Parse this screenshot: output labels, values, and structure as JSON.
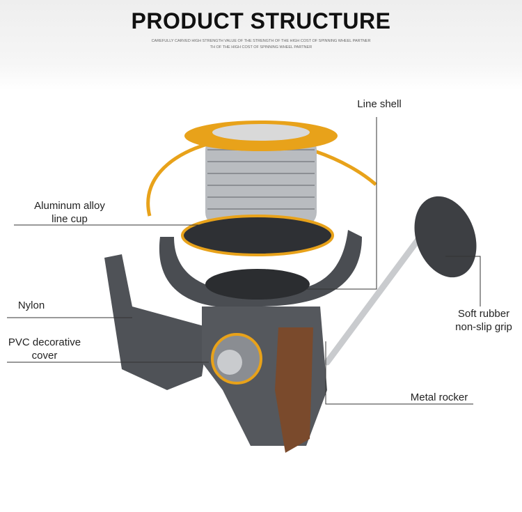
{
  "header": {
    "title": "PRODUCT STRUCTURE",
    "subtitle_line1": "CAREFULLY CARVED HIGH STRENGTH VALUE OF THE STRENGTH OF THE HIGH COST OF SPINNING WHEEL PARTNER",
    "subtitle_line2": "TH OF THE HIGH COST OF SPINNING WHEEL PARTNER"
  },
  "labels": {
    "line_shell": "Line shell",
    "line_cup_1": "Aluminum alloy",
    "line_cup_2": "line cup",
    "nylon": "Nylon",
    "pvc_1": "PVC decorative",
    "pvc_2": "cover",
    "grip_1": "Soft rubber",
    "grip_2": "non-slip grip",
    "rocker": "Metal rocker"
  },
  "colors": {
    "gold": "#e8a21a",
    "body": "#4a4d52",
    "spool": "#b9bcc0"
  }
}
